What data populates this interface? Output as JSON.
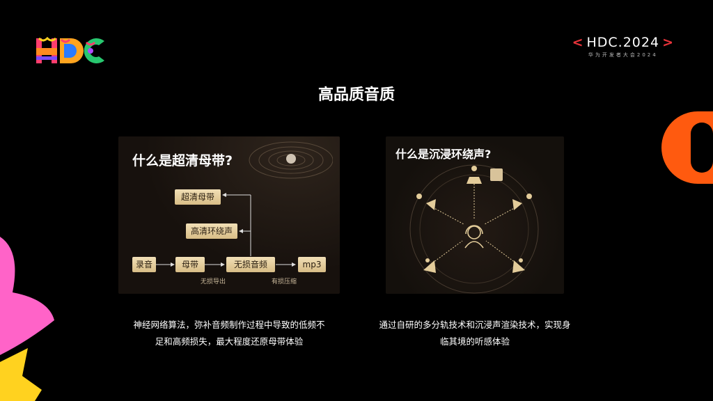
{
  "header": {
    "brand": "HDC.2024",
    "brand_sub": "华为开发者大会2024",
    "bracket_left": "<",
    "bracket_right": ">"
  },
  "page": {
    "title": "高品质音质"
  },
  "panel_left": {
    "title": "什么是超清母带?",
    "boxes": {
      "recording": "录音",
      "master": "母带",
      "lossless": "无损音频",
      "mp3": "mp3",
      "uhd_master": "超清母带",
      "hd_surround": "高清环绕声"
    },
    "captions": {
      "lossless_export": "无损导出",
      "lossy_compress": "有损压缩"
    },
    "description_line1": "神经网络算法，弥补音频制作过程中导致的低频不",
    "description_line2": "足和高频损失，最大程度还原母带体验"
  },
  "panel_right": {
    "title": "什么是沉浸环绕声?",
    "description_line1": "通过自研的多分轨技术和沉浸声渲染技术，实现身",
    "description_line2": "临其境的听感体验"
  },
  "colors": {
    "background": "#000000",
    "accent_red": "#e8333a",
    "gold": "#e3cc9a",
    "orange_shape": "#ff5a0f",
    "pink_shape": "#ff63c8",
    "yellow_shape": "#ffd21f"
  }
}
